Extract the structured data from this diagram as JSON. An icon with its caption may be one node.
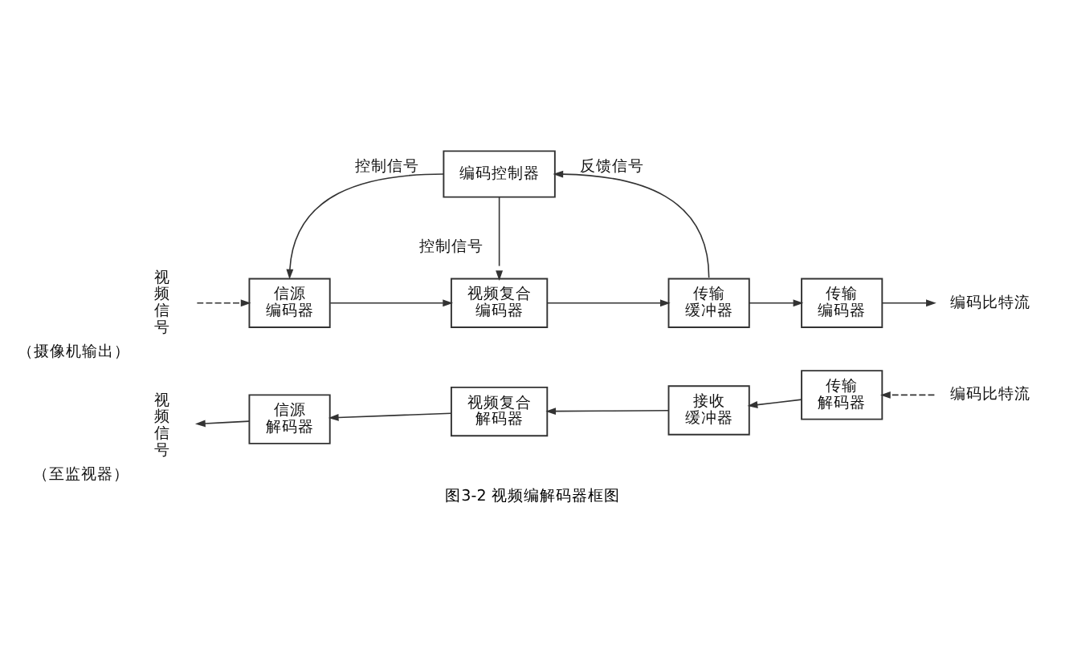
{
  "diagram": {
    "caption": "图3-2 视频编解码器框图",
    "nodes": [
      {
        "text": [
          "编码控制器"
        ]
      },
      {
        "text": [
          "视频信号"
        ],
        "beside": [
          "（摄像机输出）"
        ]
      },
      {
        "text": [
          "信源编码器"
        ]
      },
      {
        "text": [
          "视频复合编码器"
        ]
      },
      {
        "text": [
          "传输缓冲器"
        ]
      },
      {
        "text": [
          "传输编码器"
        ]
      },
      {
        "text": [
          "编码比特流"
        ]
      },
      {
        "text": [
          "编码比特流"
        ]
      },
      {
        "text": [
          "传输解码器"
        ]
      },
      {
        "text": [
          "接收缓冲器"
        ]
      },
      {
        "text": [
          "视频复合解码器"
        ]
      },
      {
        "text": [
          "信源解码器"
        ]
      },
      {
        "text": [
          "视频信号"
        ],
        "beside": [
          "（至监视器）"
        ]
      }
    ],
    "edges": [
      {
        "from": 0,
        "to": 2,
        "arrow": "to",
        "label": "控制信号"
      },
      {
        "from": 0,
        "to": 3,
        "arrow": "to",
        "label": "控制信号"
      },
      {
        "from": 4,
        "to": 0,
        "arrow": "to",
        "label": "反馈信号"
      },
      {
        "from": 1,
        "to": 2,
        "arrow": "to",
        "style": "dashed"
      },
      {
        "from": 2,
        "to": 3,
        "arrow": "to"
      },
      {
        "from": 3,
        "to": 4,
        "arrow": "to"
      },
      {
        "from": 4,
        "to": 5,
        "arrow": "to"
      },
      {
        "from": 5,
        "to": 6,
        "arrow": "to"
      },
      {
        "from": 7,
        "to": 8,
        "arrow": "to",
        "style": "dashed"
      },
      {
        "from": 8,
        "to": 9,
        "arrow": "to"
      },
      {
        "from": 9,
        "to": 10,
        "arrow": "to"
      },
      {
        "from": 10,
        "to": 11,
        "arrow": "to"
      },
      {
        "from": 11,
        "to": 12,
        "arrow": "to"
      }
    ]
  }
}
